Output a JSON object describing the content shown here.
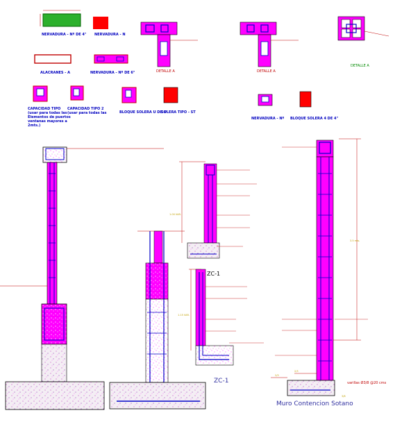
{
  "colors": {
    "concrete": "#ff00ff",
    "rebar": "#0000c8",
    "footing_fill": "#d8d0d8",
    "dim": "#c00000",
    "text_red": "#c00000",
    "text_blue": "#0000c0",
    "text_green": "#008a00",
    "text_yellow": "#c0a000"
  },
  "top_details": {
    "nervadura_4": "NERVADURA - Nº DE 4\"",
    "nervadura_n": "NERVADURA - N",
    "alacranes": "ALACRANES - A",
    "nervadura_6": "NERVADURA - Nº DE 6\"",
    "detalle_a_1": "DETALLE    A",
    "detalle_a_2": "DETALLE    A",
    "detalle_a_3": "DETALLE    A",
    "capacitor_tipo": "CAPACIDAD TIPO",
    "capacitor_tipo2": "CAPACIDAD TIPO 2",
    "usar_text_1": "(usar para todas las",
    "usar_text_2": "(usar para todas las",
    "note_line1": "Elementos de puertos",
    "note_line2": "ventanas mayores a",
    "note_line3": "2mts.)",
    "bloque_solera_u6": "BLOQUE SOLERA U DE 6\"",
    "solera_tipo_st": "SOLERA TIPO - ST",
    "nervadura_n2": "NERVADURA - Nº",
    "bloque_solera_4": "BLOQUE SOLERA 4 DE 4\""
  },
  "sections": {
    "zc1_label": "ZC-1",
    "zc1_label_mid": "ZC-1",
    "muro_label": "Muro Contencion Sotano"
  },
  "dims": {
    "d_3x8_a": "3/8",
    "d_2x3_a": "2/3",
    "d_2x3_b": "2/3",
    "d_1_00": "1.00 VAR.",
    "d_1_15": "1.15 VAR.",
    "d_total": "3.5 mts.",
    "varillas": "varillas Ø3/8 @20 cms"
  }
}
